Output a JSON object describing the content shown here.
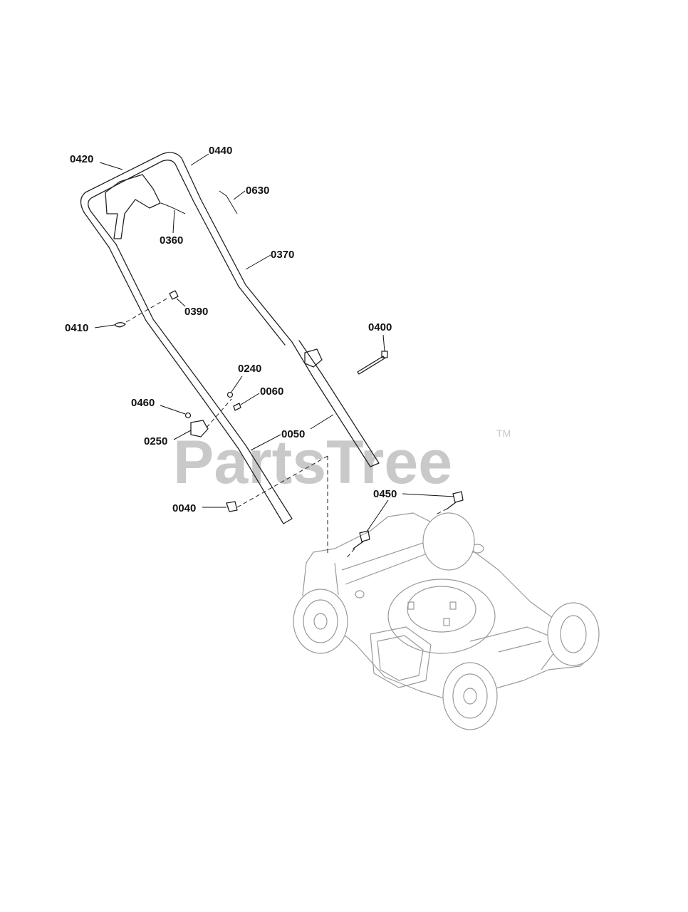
{
  "watermark": {
    "text": "PartsTree",
    "trademark": "TM"
  },
  "callouts": [
    {
      "id": "0420",
      "label": "0420"
    },
    {
      "id": "0440",
      "label": "0440"
    },
    {
      "id": "0630",
      "label": "0630"
    },
    {
      "id": "0360",
      "label": "0360"
    },
    {
      "id": "0370",
      "label": "0370"
    },
    {
      "id": "0390",
      "label": "0390"
    },
    {
      "id": "0410",
      "label": "0410"
    },
    {
      "id": "0400",
      "label": "0400"
    },
    {
      "id": "0240",
      "label": "0240"
    },
    {
      "id": "0060",
      "label": "0060"
    },
    {
      "id": "0460",
      "label": "0460"
    },
    {
      "id": "0250",
      "label": "0250"
    },
    {
      "id": "0050",
      "label": "0050"
    },
    {
      "id": "0450",
      "label": "0450"
    },
    {
      "id": "0040",
      "label": "0040"
    }
  ]
}
